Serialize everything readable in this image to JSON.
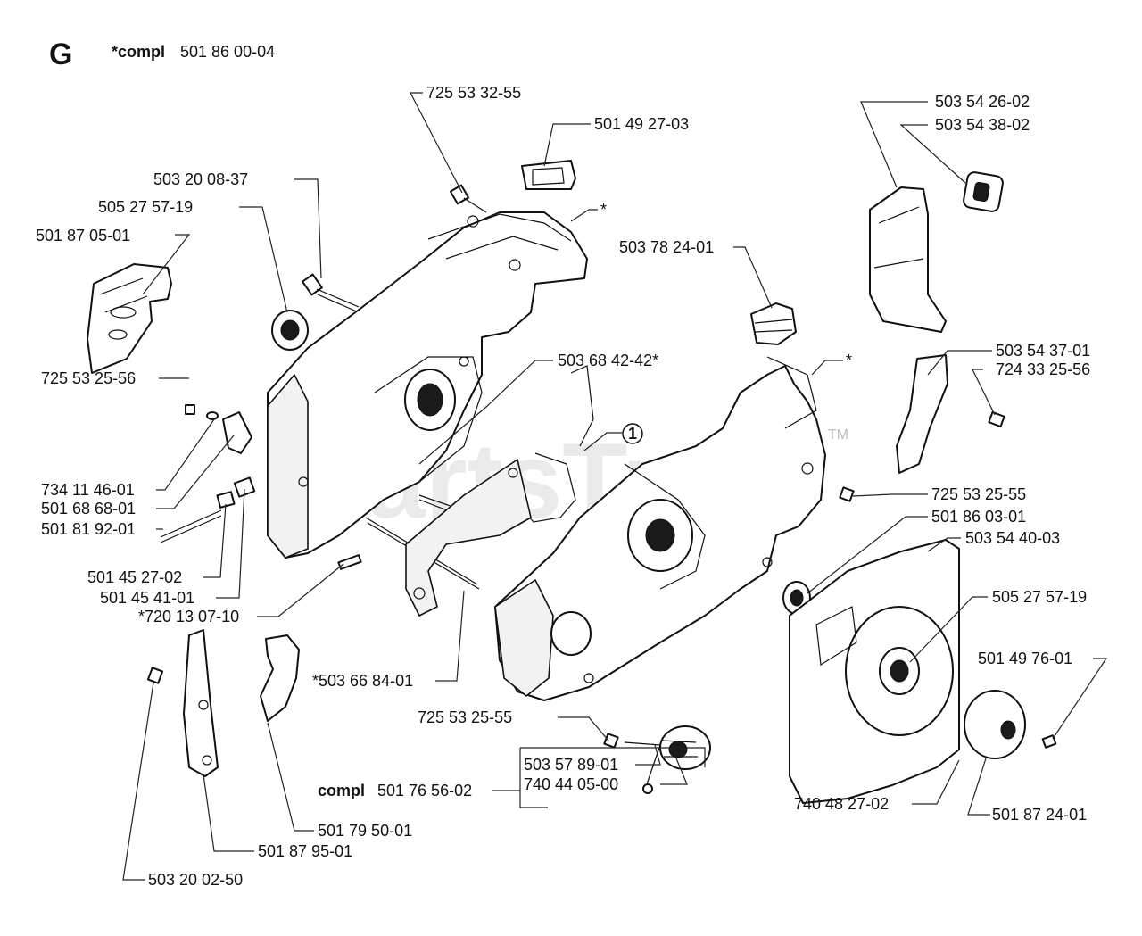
{
  "header": {
    "section_letter": "G",
    "compl_prefix": "*compl",
    "compl_number": "501 86 00-04"
  },
  "watermark": {
    "text": "PartsTree",
    "tm": "TM"
  },
  "callout": {
    "number": "1"
  },
  "labels": {
    "p725533255": "725 53 32-55",
    "p501492703": "501 49 27-03",
    "p503200837": "503 20 08-37",
    "p505275719a": "505 27 57-19",
    "p501870501": "501 87 05-01",
    "star_top": "*",
    "p503782401": "503 78 24-01",
    "p503542602": "503 54 26-02",
    "p503543802": "503 54 38-02",
    "star_mid": "*",
    "p503543701": "503 54 37-01",
    "p724332556": "724 33 25-56",
    "p503684242": "503 68 42-42*",
    "p725532556": "725 53 25-56",
    "p734114601": "734 11 46-01",
    "p501686801": "501 68 68-01",
    "p501819201": "501 81 92-01",
    "p501452702": "501 45 27-02",
    "p501454101": "501 45 41-01",
    "p720130710": "*720 13 07-10",
    "p725532555a": "725 53 25-55",
    "p501860301": "501 86 03-01",
    "p503544003": "503 54 40-03",
    "p505275719b": "505 27 57-19",
    "p501497601": "501 49 76-01",
    "p503668401": "*503 66 84-01",
    "p725532555b": "725 53 25-55",
    "p503578901": "503 57 89-01",
    "compl_b_prefix": "compl",
    "compl_b_number": "501 76 56-02",
    "p740440500": "740 44 05-00",
    "p740482702": "740 48 27-02",
    "p501872401": "501 87 24-01",
    "p501795001": "501 79 50-01",
    "p501879501": "501 87 95-01",
    "p503200250": "503 20 02-50"
  }
}
